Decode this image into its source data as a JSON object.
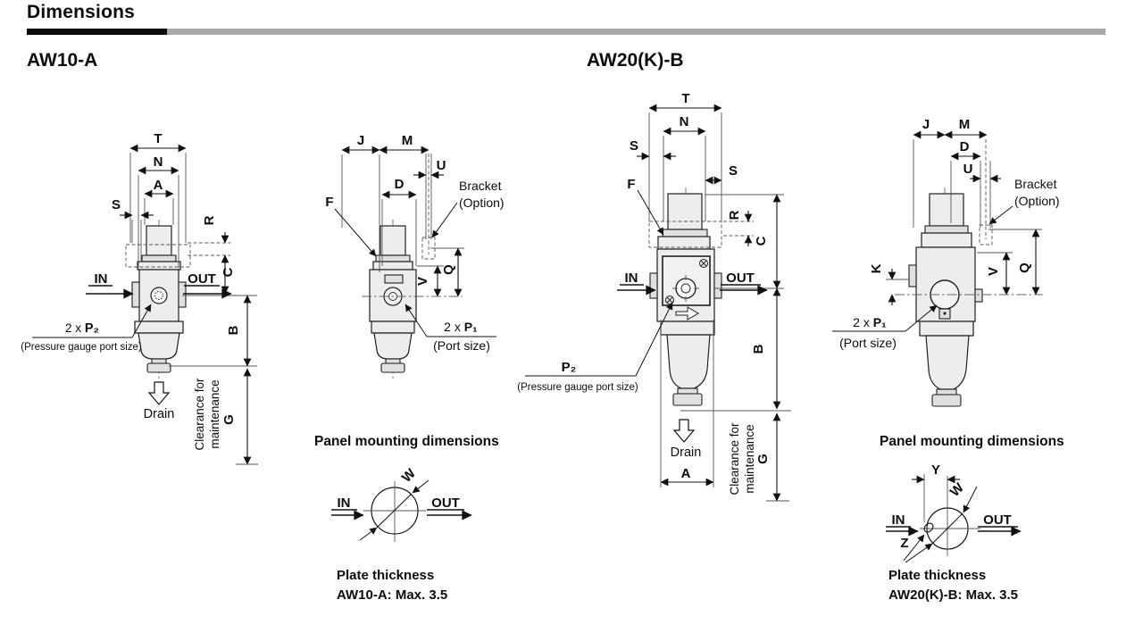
{
  "header": {
    "title": "Dimensions"
  },
  "aw10": {
    "title": "AW10-A",
    "front": {
      "t": "T",
      "n": "N",
      "a": "A",
      "s": "S",
      "r": "R",
      "c": "C",
      "b": "B",
      "g": "G",
      "in": "IN",
      "out": "OUT",
      "port_prefix": "2 x ",
      "port": "P₂",
      "port_sub": "(Pressure gauge port size)",
      "drain": "Drain",
      "clear1": "Clearance for",
      "clear2": "maintenance"
    },
    "side": {
      "j": "J",
      "m": "M",
      "u": "U",
      "d": "D",
      "f": "F",
      "v": "V",
      "q": "Q",
      "bracket": "Bracket",
      "bracket_sub": "(Option)",
      "port_prefix": "2 x ",
      "port": "P₁",
      "port_sub": "(Port size)"
    },
    "panel": {
      "title": "Panel mounting dimensions",
      "in": "IN",
      "out": "OUT",
      "w": "W",
      "plate1": "Plate thickness",
      "plate2": "AW10-A: Max. 3.5"
    }
  },
  "aw20": {
    "title": "AW20(K)-B",
    "front": {
      "t": "T",
      "n": "N",
      "s_left": "S",
      "s_right": "S",
      "f": "F",
      "r": "R",
      "c": "C",
      "b": "B",
      "g": "G",
      "a": "A",
      "in": "IN",
      "out": "OUT",
      "port_prefix": "",
      "port": "P₂",
      "port_sub": "(Pressure gauge port size)",
      "drain": "Drain",
      "clear1": "Clearance for",
      "clear2": "maintenance"
    },
    "side": {
      "j": "J",
      "m": "M",
      "d": "D",
      "u": "U",
      "k": "K",
      "v": "V",
      "q": "Q",
      "bracket": "Bracket",
      "bracket_sub": "(Option)",
      "port_prefix": "2 x ",
      "port": "P₁",
      "port_sub": "(Port size)"
    },
    "panel": {
      "title": "Panel mounting dimensions",
      "in": "IN",
      "out": "OUT",
      "w": "W",
      "y": "Y",
      "z": "Z",
      "plate1": "Plate thickness",
      "plate2": "AW20(K)-B: Max. 3.5"
    }
  }
}
